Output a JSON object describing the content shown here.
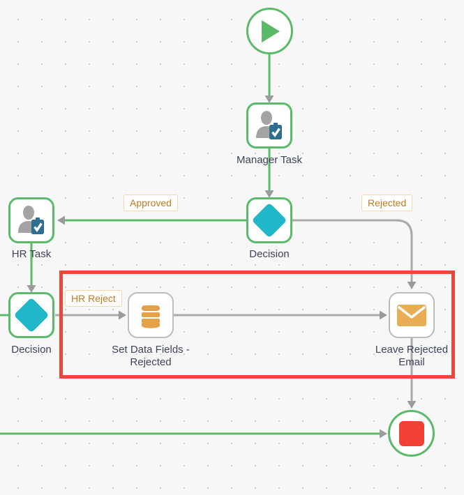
{
  "canvas": {
    "type": "workflow-diagram",
    "grid": "dot-grid"
  },
  "nodes": [
    {
      "id": "start",
      "type": "start-event",
      "label": ""
    },
    {
      "id": "manager-task",
      "type": "user-task",
      "label": "Manager Task"
    },
    {
      "id": "decision-1",
      "type": "decision-gateway",
      "label": "Decision"
    },
    {
      "id": "hr-task",
      "type": "user-task",
      "label": "HR Task"
    },
    {
      "id": "decision-2",
      "type": "decision-gateway",
      "label": "Decision"
    },
    {
      "id": "set-data-fields-rejected",
      "type": "set-data-fields",
      "label": "Set Data Fields - Rejected"
    },
    {
      "id": "leave-rejected-email",
      "type": "send-email",
      "label": "Leave Rejected Email"
    },
    {
      "id": "end",
      "type": "end-event",
      "label": ""
    }
  ],
  "edge_labels": {
    "approved": "Approved",
    "rejected": "Rejected",
    "hr_reject": "HR Reject"
  },
  "icons": [
    "play-icon",
    "user-task-icon",
    "diamond-icon",
    "database-icon",
    "envelope-icon",
    "stop-icon"
  ],
  "colors": {
    "flow_green": "#5bb96a",
    "gateway_teal": "#20b7c9",
    "icon_orange": "#e4a14b",
    "edge_label_orange": "#bf7c1f",
    "connector_gray": "#a9a9a9",
    "highlight_red": "#ef463c",
    "stop_red": "#f04134",
    "clipboard_blue": "#2e6e8e",
    "label_text": "#3d4456",
    "canvas_bg": "#f7f7f7"
  },
  "highlight": {
    "present": true,
    "around": [
      "set-data-fields-rejected",
      "leave-rejected-email",
      "hr_reject_label"
    ]
  }
}
